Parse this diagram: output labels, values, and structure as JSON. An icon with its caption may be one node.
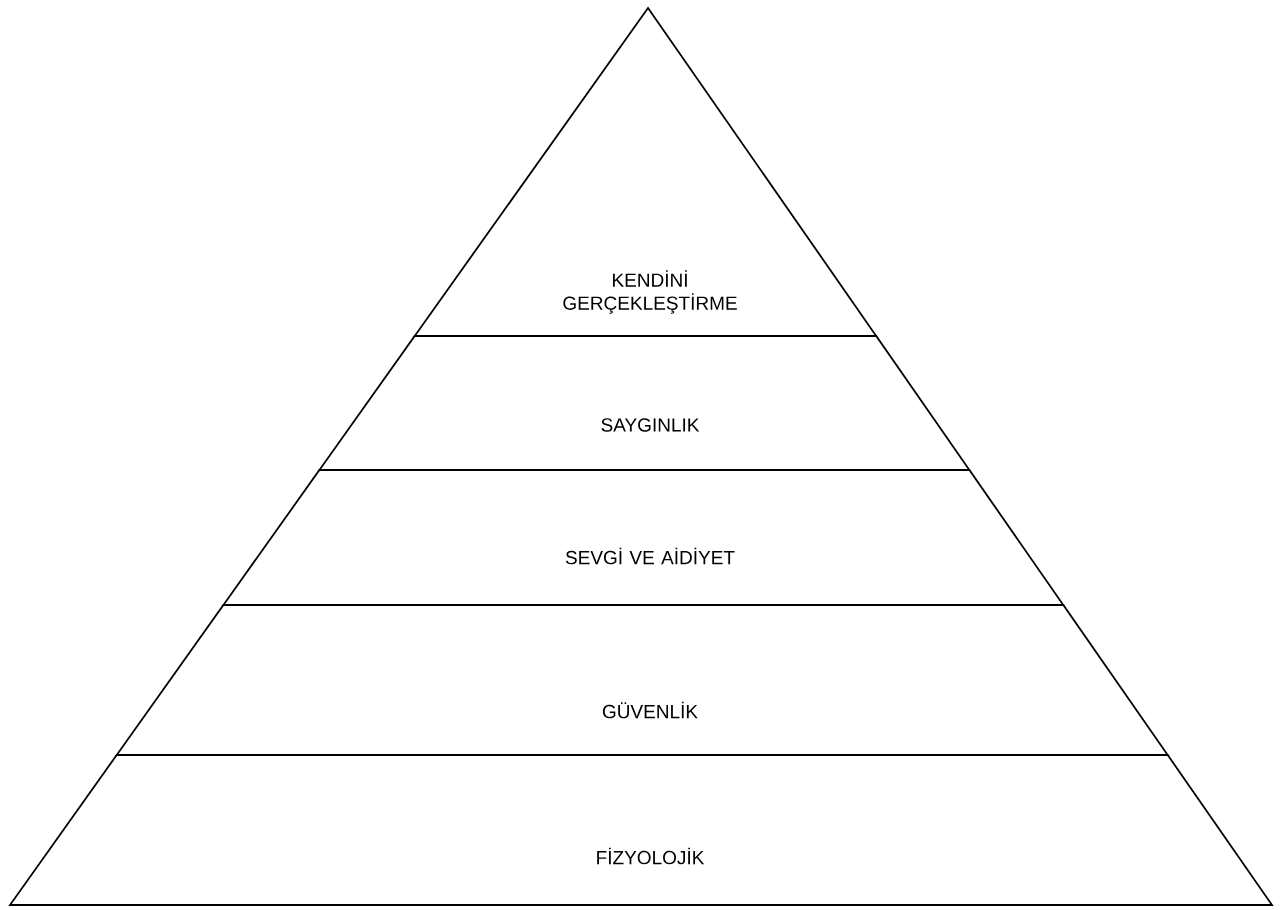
{
  "diagram": {
    "nodes": [
      {
        "text": [
          "KENDİNİ GERÇEKLEŞTİRME"
        ]
      },
      {
        "text": [
          "SAYGINLIK"
        ]
      },
      {
        "text": [
          "SEVGİ VE AİDİYET"
        ]
      },
      {
        "text": [
          "GÜVENLİK"
        ]
      },
      {
        "text": [
          "FİZYOLOJİK"
        ]
      }
    ]
  }
}
